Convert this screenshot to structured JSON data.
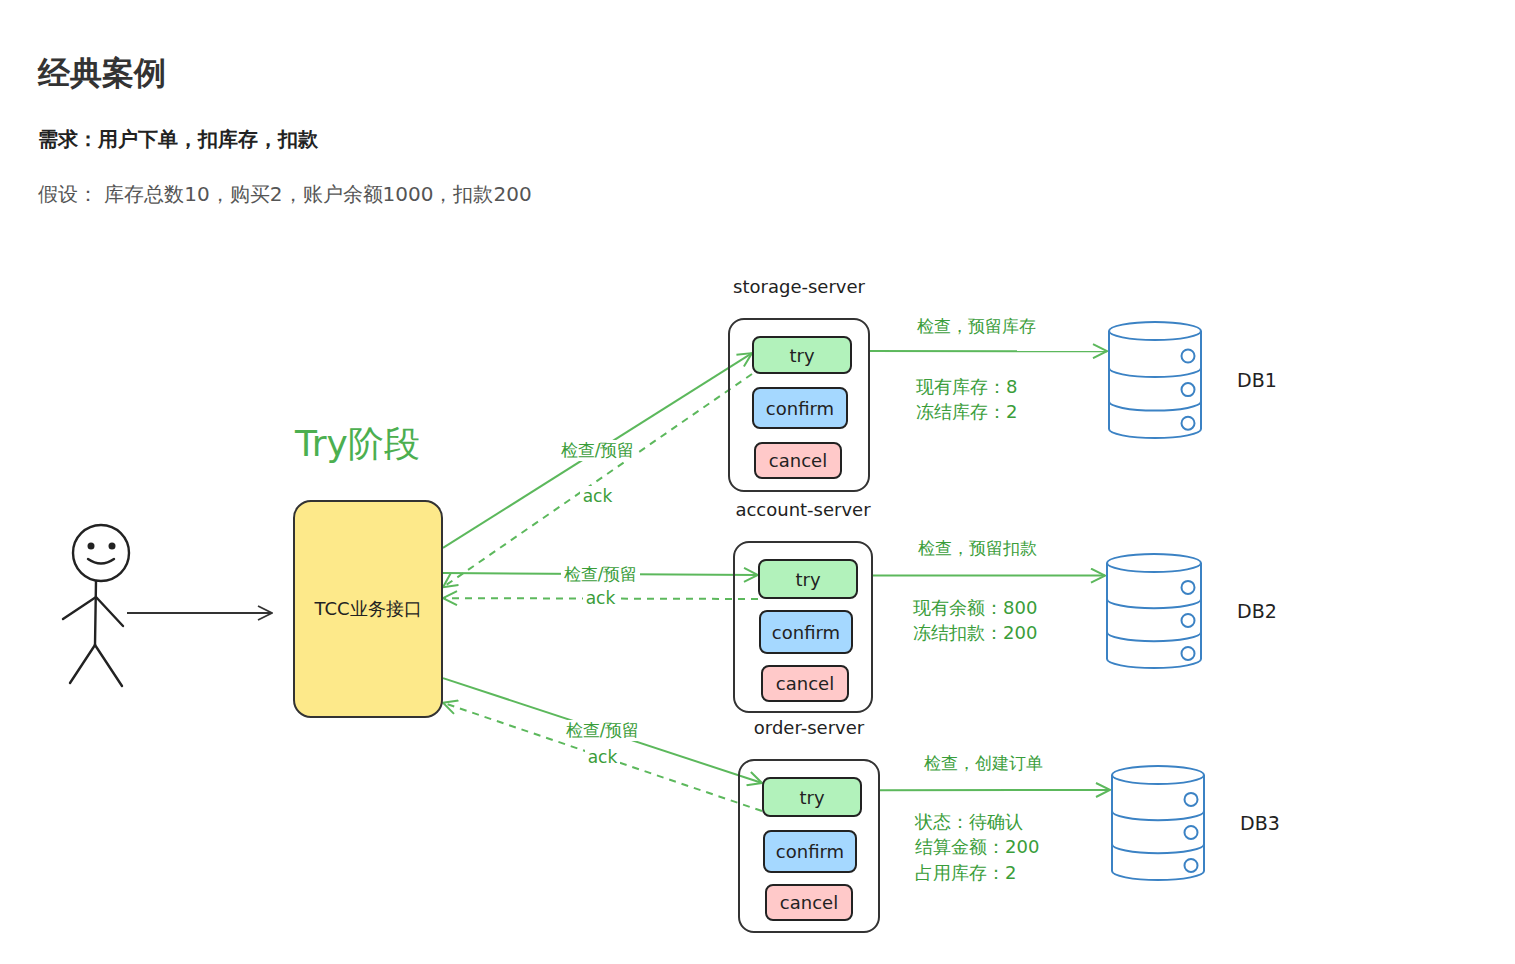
{
  "diagram": {
    "title": "经典案例",
    "nodes": [
      {
        "text": [
          "TCC业务接口"
        ]
      },
      {
        "text": [
          "storage-server"
        ]
      },
      {
        "text": [
          "try"
        ],
        "in": 1
      },
      {
        "text": [
          "confirm"
        ],
        "in": 1
      },
      {
        "text": [
          "cancel"
        ],
        "in": 1
      },
      {
        "text": [
          "account-server"
        ]
      },
      {
        "text": [
          "try"
        ],
        "in": 5
      },
      {
        "text": [
          "confirm"
        ],
        "in": 5
      },
      {
        "text": [
          "cancel"
        ],
        "in": 5
      },
      {
        "text": [
          "order-server"
        ]
      },
      {
        "text": [
          "try"
        ],
        "in": 9
      },
      {
        "text": [
          "confirm"
        ],
        "in": 9
      },
      {
        "text": [
          "cancel"
        ],
        "in": 9
      },
      {
        "text": [
          "DB1"
        ]
      },
      {
        "text": [
          "DB2"
        ]
      },
      {
        "text": [
          "DB3"
        ]
      }
    ],
    "edges": [
      {
        "from": 0,
        "to": 2,
        "label": "检查/预留",
        "arrow": "to"
      },
      {
        "from": 2,
        "to": 0,
        "label": "ack",
        "arrow": "to"
      },
      {
        "from": 0,
        "to": 6,
        "label": "检查/预留",
        "arrow": "to"
      },
      {
        "from": 6,
        "to": 0,
        "label": "ack",
        "arrow": "to"
      },
      {
        "from": 0,
        "to": 10,
        "label": "检查/预留",
        "arrow": "to"
      },
      {
        "from": 10,
        "to": 0,
        "label": "ack",
        "arrow": "to"
      },
      {
        "from": 1,
        "to": 13,
        "label": "检查，预留库存",
        "arrow": "to"
      },
      {
        "from": 5,
        "to": 14,
        "label": "检查，预留扣款",
        "arrow": "to"
      },
      {
        "from": 9,
        "to": 15,
        "label": "检查，创建订单",
        "arrow": "to"
      }
    ],
    "labels": [
      "需求：用户下单，扣库存，扣款",
      "假设： 库存总数10，购买2，账户余额1000，扣款200",
      "Try阶段",
      "现有库存：8",
      "冻结库存：2",
      "现有余额：800",
      "冻结扣款：200",
      "状态：待确认",
      "结算金额：200",
      "占用库存：2"
    ]
  }
}
